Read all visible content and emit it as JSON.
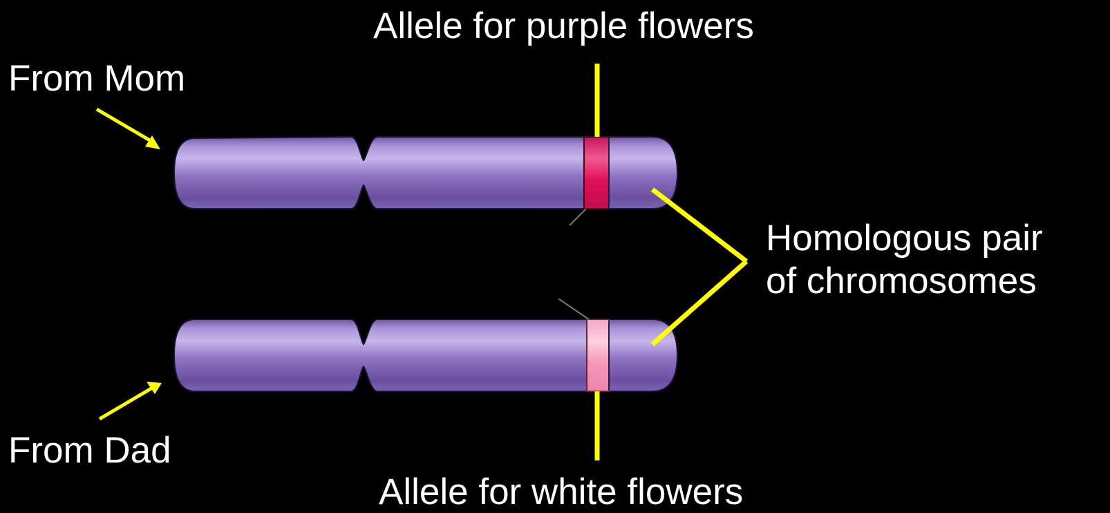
{
  "labels": {
    "top_allele": "Allele for purple flowers",
    "mom": "From Mom",
    "homologous_line1": "Homologous pair",
    "homologous_line2": "of chromosomes",
    "dad": "From Dad",
    "bottom_allele": "Allele for white flowers"
  },
  "colors": {
    "background": "#000000",
    "text": "#ffffff",
    "pointer": "#ffff00",
    "chromosome": "#8e72c0",
    "allele_purple_band": "#e8105f",
    "allele_white_band": "#f79ab9"
  }
}
